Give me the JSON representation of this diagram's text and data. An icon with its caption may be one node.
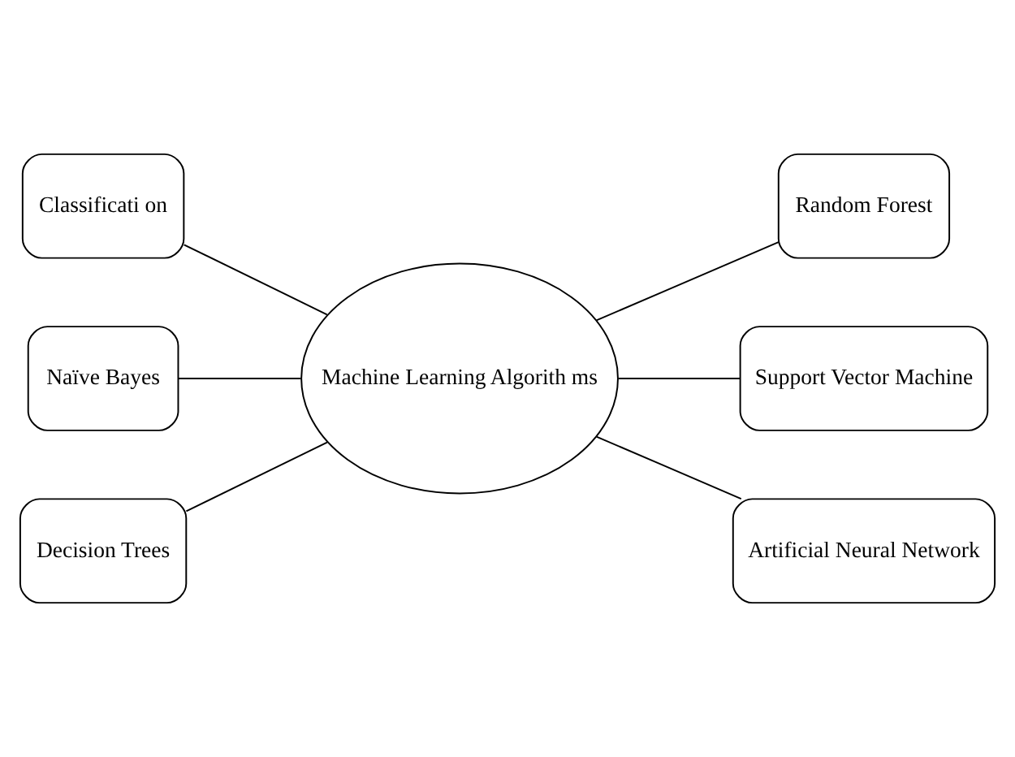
{
  "diagram": {
    "nodes": [
      {
        "text": [
          "Classificati on"
        ]
      },
      {
        "text": [
          "Random Forest"
        ]
      },
      {
        "text": [
          "Machine Learning Algorith ms"
        ]
      },
      {
        "text": [
          "Naïve Bayes"
        ]
      },
      {
        "text": [
          "Support Vector Machine"
        ]
      },
      {
        "text": [
          "Decision Trees"
        ]
      },
      {
        "text": [
          "Artificial Neural Network"
        ]
      }
    ],
    "edges": [
      {
        "from": 0,
        "to": 2,
        "arrow": "none"
      },
      {
        "from": 2,
        "to": 1,
        "arrow": "none"
      },
      {
        "from": 3,
        "to": 2,
        "arrow": "none"
      },
      {
        "from": 2,
        "to": 4,
        "arrow": "none"
      },
      {
        "from": 5,
        "to": 2,
        "arrow": "none"
      },
      {
        "from": 2,
        "to": 6,
        "arrow": "none"
      }
    ]
  }
}
